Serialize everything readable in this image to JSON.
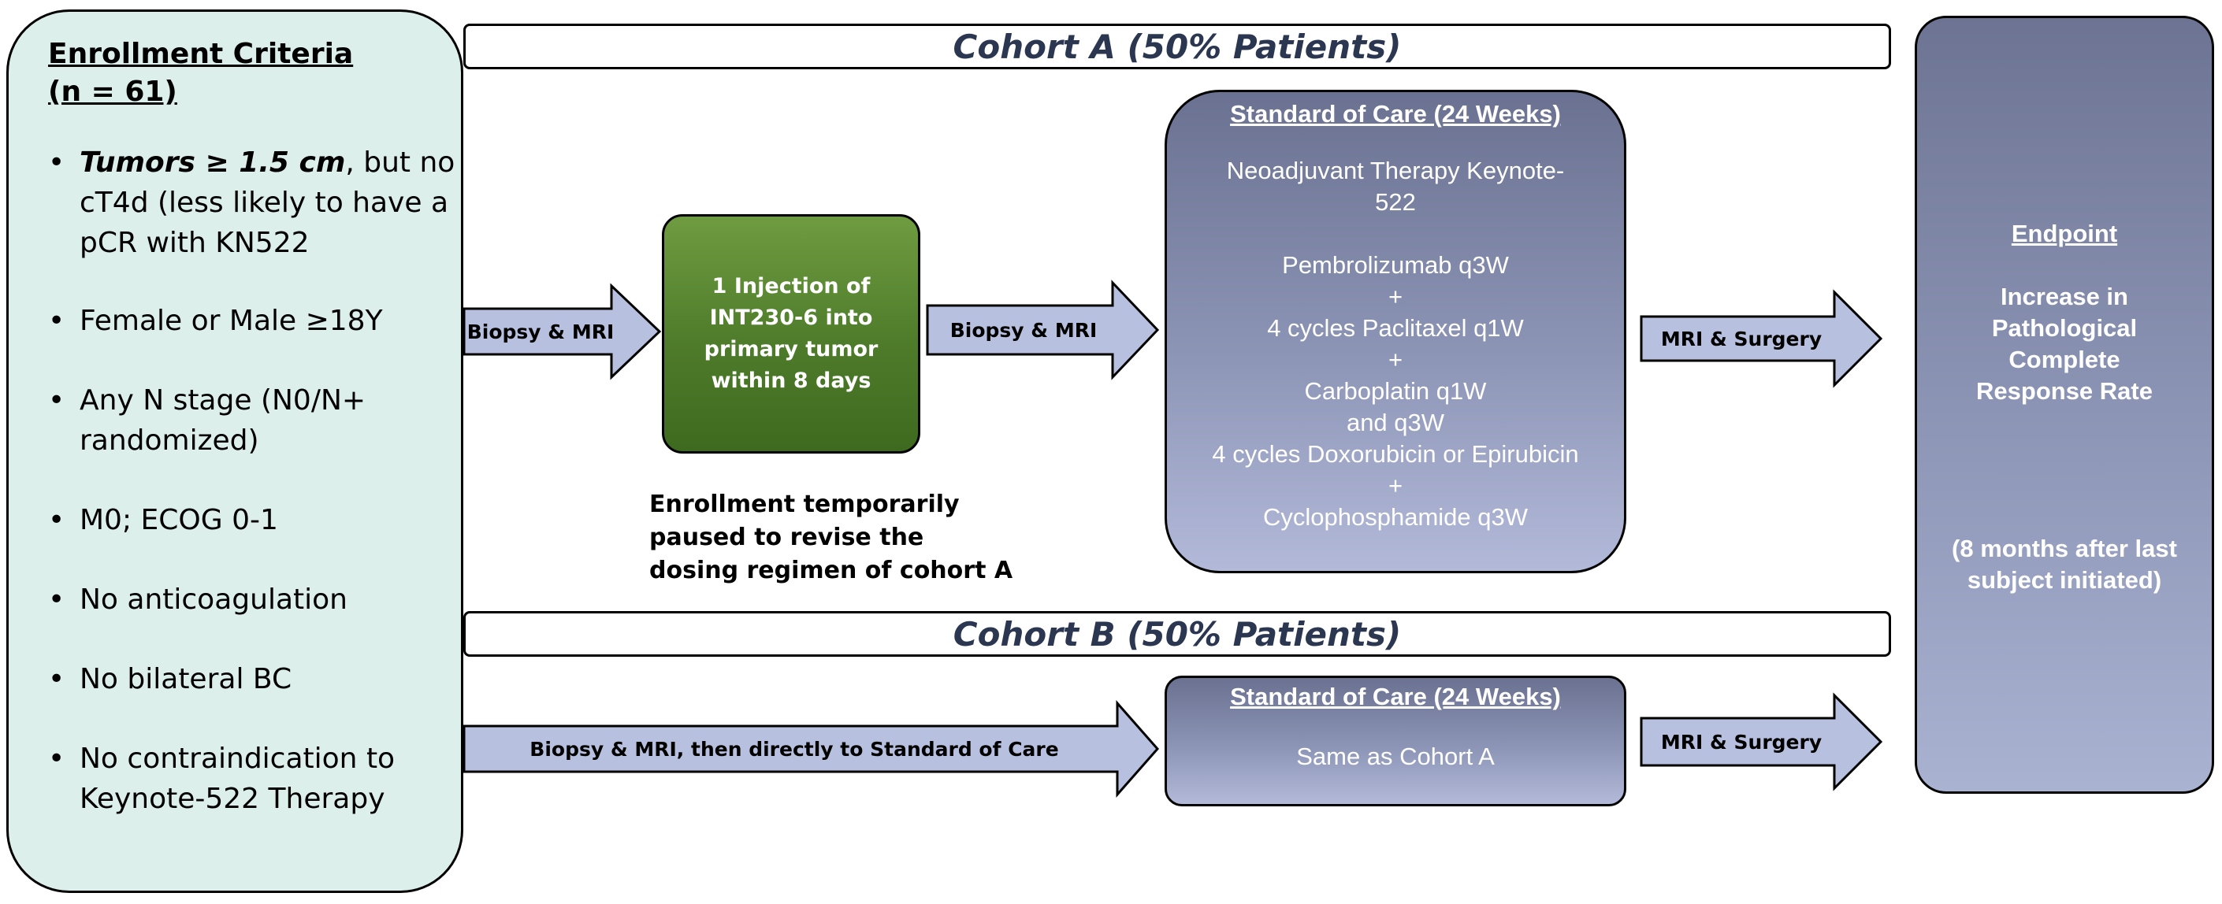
{
  "enrollment": {
    "title": "Enrollment Criteria",
    "n": "(n = 61)",
    "criteria": [
      {
        "bold": "Tumors ≥ 1.5 cm",
        "text": ", but no cT4d (less likely to have a pCR with KN522"
      },
      {
        "bold": "",
        "text": "Female or Male ≥18Y"
      },
      {
        "bold": "",
        "text": "Any N stage (N0/N+ randomized)"
      },
      {
        "bold": "",
        "text": "M0; ECOG 0-1"
      },
      {
        "bold": "",
        "text": "No anticoagulation"
      },
      {
        "bold": "",
        "text": "No bilateral BC"
      },
      {
        "bold": "",
        "text": "No contraindication to Keynote-522 Therapy"
      }
    ]
  },
  "cohort_a": {
    "banner": "Cohort A (50% Patients)",
    "arrow1": "Biopsy & MRI",
    "injection": "1 Injection of INT230-6 into primary tumor within 8 days",
    "arrow2": "Biopsy & MRI",
    "note": "Enrollment temporarily paused to revise the dosing regimen of cohort A",
    "soc_title": "Standard of Care (24 Weeks)",
    "soc_lines": [
      "Neoadjuvant Therapy Keynote-",
      "522",
      "",
      "Pembrolizumab q3W",
      "+",
      "4 cycles Paclitaxel q1W",
      "+",
      "Carboplatin q1W",
      "and q3W",
      "4 cycles Doxorubicin or Epirubicin",
      "+",
      "Cyclophosphamide q3W"
    ],
    "arrow3": "MRI & Surgery"
  },
  "cohort_b": {
    "banner": "Cohort B (50% Patients)",
    "arrow1": "Biopsy & MRI, then directly to Standard of Care",
    "soc_title": "Standard of Care (24 Weeks)",
    "soc_text": "Same as Cohort A",
    "arrow2": "MRI & Surgery"
  },
  "endpoint": {
    "title": "Endpoint",
    "lines": [
      "Increase in",
      "Pathological",
      "Complete",
      "Response Rate"
    ],
    "footnote_lines": [
      "(8 months after last",
      "subject initiated)"
    ]
  },
  "colors": {
    "enroll_bg": "#dcefeb",
    "arrow_fill": "#b8c0e0",
    "green": "#4e7b2a",
    "soc_top": "#6a7191",
    "soc_bottom": "#b2b9d9",
    "banner_text": "#2b3750"
  }
}
